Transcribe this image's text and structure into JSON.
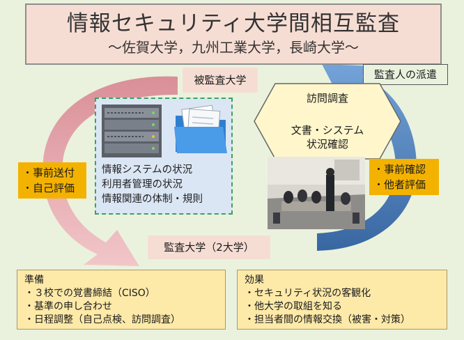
{
  "title": {
    "main": "情報セキュリティ大学間相互監査",
    "sub": "～佐賀大学，九州工業大学，長崎大学～"
  },
  "labels": {
    "audited": "被監査大学",
    "auditor_dispatch": "監査人の派遣",
    "auditing": "監査大学（2大学）"
  },
  "left_actions": [
    "・事前送付",
    "・自己評価"
  ],
  "right_actions": [
    "・事前確認",
    "・他者評価"
  ],
  "visit": {
    "title": "訪問調査",
    "line1": "文書・システム",
    "line2": "状況確認"
  },
  "items": [
    "情報システムの状況",
    "利用者管理の状況",
    "情報関連の体制・規則"
  ],
  "preparation": {
    "heading": "準備",
    "lines": [
      "・３校での覚書締結（CISO）",
      "・基準の申し合わせ",
      "・日程調整（自己点検、訪問調査）"
    ]
  },
  "effects": {
    "heading": "効果",
    "lines": [
      "・セキュリティ状況の客観化",
      "・他大学の取組を知る",
      "・担当者間の情報交換（被害・対策）"
    ]
  },
  "icons": {
    "server": "server-rack-icon",
    "folder": "document-folder-icon",
    "meeting": "meeting-photo"
  },
  "colors": {
    "background": "#eaf2de",
    "pink_arrow": "#e9a3ac",
    "blue_arrow": "#3d6fb0",
    "orange": "#f4b200",
    "yellow": "#fde9a8",
    "dashed_border": "#3aa35a"
  }
}
